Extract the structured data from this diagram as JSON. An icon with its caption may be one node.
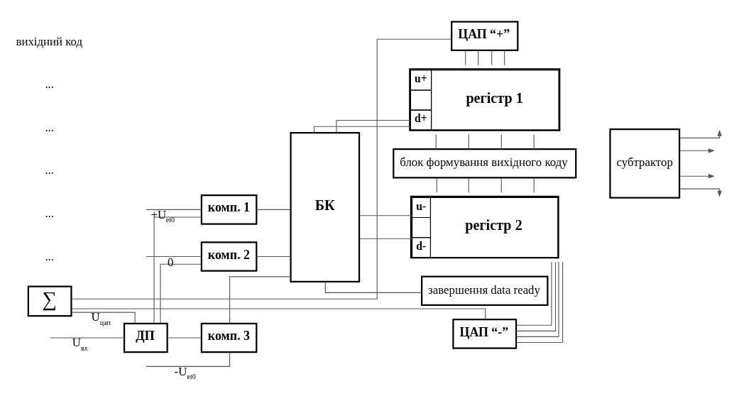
{
  "diagram": {
    "nodes": [
      {
        "text": [
          "∑"
        ]
      },
      {
        "text": [
          "ДП"
        ]
      },
      {
        "text": [
          "комп. 1"
        ]
      },
      {
        "text": [
          "комп. 2"
        ]
      },
      {
        "text": [
          "комп. 3"
        ]
      },
      {
        "text": [
          "БК"
        ]
      },
      {
        "text": [
          "завершення data ready"
        ]
      },
      {
        "text": [
          "ЦАП “+”"
        ]
      },
      {
        "text": [
          "u+",
          "d+",
          "регістр 1"
        ]
      },
      {
        "text": [
          "блок формування вихідного коду"
        ]
      },
      {
        "text": [
          "субтрактор"
        ]
      },
      {
        "text": [
          "u-",
          "d-",
          "регістр 2"
        ]
      },
      {
        "text": [
          "ЦАП “-”"
        ]
      }
    ],
    "edges": [
      {
        "from": 0,
        "to": 7,
        "arrow": "none"
      },
      {
        "from": 0,
        "to": 12,
        "arrow": "none"
      },
      {
        "from": 0,
        "to": 1,
        "arrow": "none",
        "label": "U$_{цап}$"
      },
      {
        "from": null,
        "to": 1,
        "arrow": "none",
        "label": "U$_{вх}$"
      },
      {
        "from": 1,
        "to": 2,
        "arrow": "none"
      },
      {
        "from": 1,
        "to": 3,
        "arrow": "none"
      },
      {
        "from": 1,
        "to": 4,
        "arrow": "none"
      },
      {
        "from": null,
        "to": 2,
        "arrow": "none",
        "label": "+U$_{et0}$"
      },
      {
        "from": null,
        "to": 3,
        "arrow": "none",
        "label": "0"
      },
      {
        "from": null,
        "to": 4,
        "arrow": "none",
        "label": "-U$_{et0}$"
      },
      {
        "from": 2,
        "to": 5,
        "arrow": "none"
      },
      {
        "from": 3,
        "to": 5,
        "arrow": "none"
      },
      {
        "from": 4,
        "to": 5,
        "arrow": "none"
      },
      {
        "from": 5,
        "to": 8,
        "arrow": "none"
      },
      {
        "from": 5,
        "to": 8,
        "arrow": "none"
      },
      {
        "from": 5,
        "to": 11,
        "arrow": "none"
      },
      {
        "from": 5,
        "to": 11,
        "arrow": "none"
      },
      {
        "from": 5,
        "to": 6,
        "arrow": "none"
      },
      {
        "from": 7,
        "to": 8,
        "arrow": "none"
      },
      {
        "from": 7,
        "to": 8,
        "arrow": "none"
      },
      {
        "from": 7,
        "to": 8,
        "arrow": "none"
      },
      {
        "from": 7,
        "to": 8,
        "arrow": "none"
      },
      {
        "from": 8,
        "to": 9,
        "arrow": "none"
      },
      {
        "from": 8,
        "to": 9,
        "arrow": "none"
      },
      {
        "from": 8,
        "to": 9,
        "arrow": "none"
      },
      {
        "from": 8,
        "to": 9,
        "arrow": "none"
      },
      {
        "from": 9,
        "to": 11,
        "arrow": "none"
      },
      {
        "from": 9,
        "to": 11,
        "arrow": "none"
      },
      {
        "from": 9,
        "to": 11,
        "arrow": "none"
      },
      {
        "from": 9,
        "to": 11,
        "arrow": "none"
      },
      {
        "from": 11,
        "to": 12,
        "arrow": "none"
      },
      {
        "from": 11,
        "to": 12,
        "arrow": "none"
      },
      {
        "from": 11,
        "to": 12,
        "arrow": "none"
      },
      {
        "from": 11,
        "to": 12,
        "arrow": "none"
      },
      {
        "from": 10,
        "to": null,
        "arrow": "to"
      },
      {
        "from": 10,
        "to": null,
        "arrow": "to"
      },
      {
        "from": 10,
        "to": null,
        "arrow": "to"
      },
      {
        "from": 10,
        "to": null,
        "arrow": "to"
      }
    ],
    "labels": [
      "...",
      "...",
      "...",
      "...",
      "...",
      "вихідний код"
    ]
  }
}
